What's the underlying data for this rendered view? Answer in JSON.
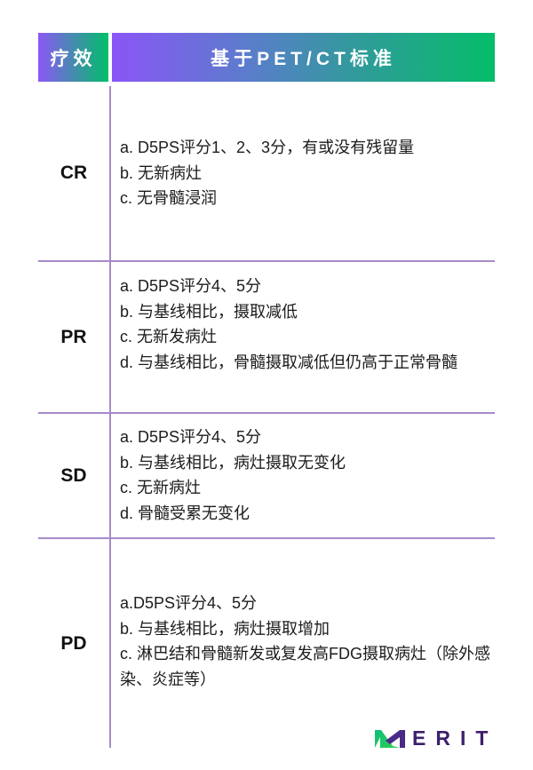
{
  "header": {
    "col1_label": "疗效",
    "col2_label": "基于PET/CT标准",
    "gradient_start": "#8b57f5",
    "gradient_end": "#00bf68"
  },
  "rows": [
    {
      "label": "CR",
      "items": [
        "a. D5PS评分1、2、3分，有或没有残留量",
        "b. 无新病灶",
        "c. 无骨髓浸润"
      ]
    },
    {
      "label": "PR",
      "items": [
        "a. D5PS评分4、5分",
        "b. 与基线相比，摄取减低",
        "c. 无新发病灶",
        "d. 与基线相比，骨髓摄取减低但仍高于正常骨髓"
      ]
    },
    {
      "label": "SD",
      "items": [
        "a. D5PS评分4、5分",
        "b. 与基线相比，病灶摄取无变化",
        "c. 无新病灶",
        "d. 骨髓受累无变化"
      ]
    },
    {
      "label": "PD",
      "items": [
        "a.D5PS评分4、5分",
        "b. 与基线相比，病灶摄取增加",
        "c. 淋巴结和骨髓新发或复发高FDG摄取病灶（除外感染、炎症等）"
      ]
    }
  ],
  "logo": {
    "text": "ERIT",
    "icon": "merit-m-logo-icon",
    "text_color": "#3d1f6b"
  },
  "colors": {
    "divider": "#a68bc9"
  }
}
